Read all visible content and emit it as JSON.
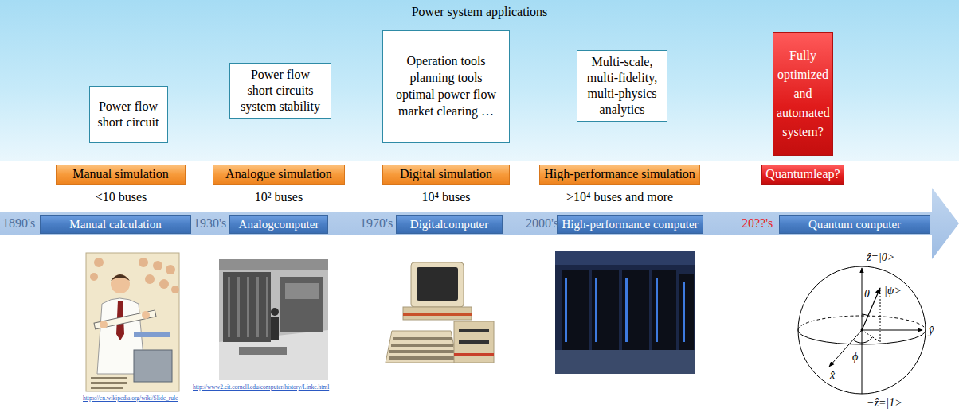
{
  "diagram": {
    "nodes": [
      {
        "text": [
          "Power system applications"
        ]
      },
      {
        "text": [
          "Power flow short circuit"
        ],
        "in": 0
      },
      {
        "text": [
          "Power flow short circuits system stability"
        ],
        "in": 0
      },
      {
        "text": [
          "Operation tools planning tools optimal power flow market clearing …"
        ],
        "in": 0
      },
      {
        "text": [
          "Multi-scale, multi-fidelity, multi-physics analytics"
        ],
        "in": 0
      },
      {
        "text": [
          "Fully optimized and automated system?"
        ],
        "in": 0
      },
      {
        "text": [
          "Manual simulation"
        ]
      },
      {
        "text": [
          "Analogue simulation"
        ]
      },
      {
        "text": [
          "Digital simulation"
        ]
      },
      {
        "text": [
          "High-performance simulation"
        ]
      },
      {
        "text": [
          "Quantumleap?"
        ]
      },
      {
        "text": [
          "1890's",
          "1930's",
          "1970's",
          "2000's",
          "20??'s"
        ]
      },
      {
        "text": [
          "Manual calculation"
        ],
        "in": 11
      },
      {
        "text": [
          "Analogcomputer"
        ],
        "in": 11
      },
      {
        "text": [
          "Digitalcomputer"
        ],
        "in": 11
      },
      {
        "text": [
          "High-performance computer"
        ],
        "in": 11
      },
      {
        "text": [
          "Quantum computer"
        ],
        "in": 11
      }
    ],
    "labels": [
      "<10 buses",
      "10² buses",
      "10⁴ buses",
      ">10⁴ buses and more",
      "https://en.wikipedia.org/wiki/Slide_rule",
      "http://www2.cit.cornell.edu/computer/history/Linke.html",
      "ẑ=|0>",
      "|ψ>",
      "θ",
      "ϕ",
      "ŷ",
      "x̂",
      "−ẑ=|1>"
    ]
  }
}
